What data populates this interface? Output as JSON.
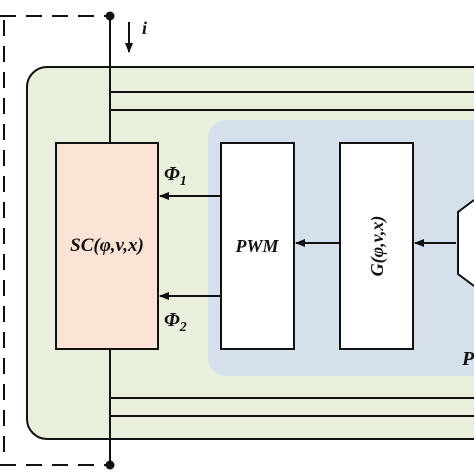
{
  "diagram": {
    "current_label": "i",
    "sc_block": {
      "label": "SC(φ,v,x)"
    },
    "phi1": {
      "symbol": "Φ",
      "subscript": "1"
    },
    "phi2": {
      "symbol": "Φ",
      "subscript": "2"
    },
    "pwm_block": {
      "label": "PWM"
    },
    "g_block": {
      "label": "G(φ,v,x)"
    },
    "partial_right_label": "P"
  },
  "colors": {
    "outer_panel_fill": "#e8f0dc",
    "inner_panel_fill": "#d6e0ec",
    "sc_fill": "#fbe3d6",
    "block_fill": "#ffffff",
    "stroke": "#111111"
  }
}
